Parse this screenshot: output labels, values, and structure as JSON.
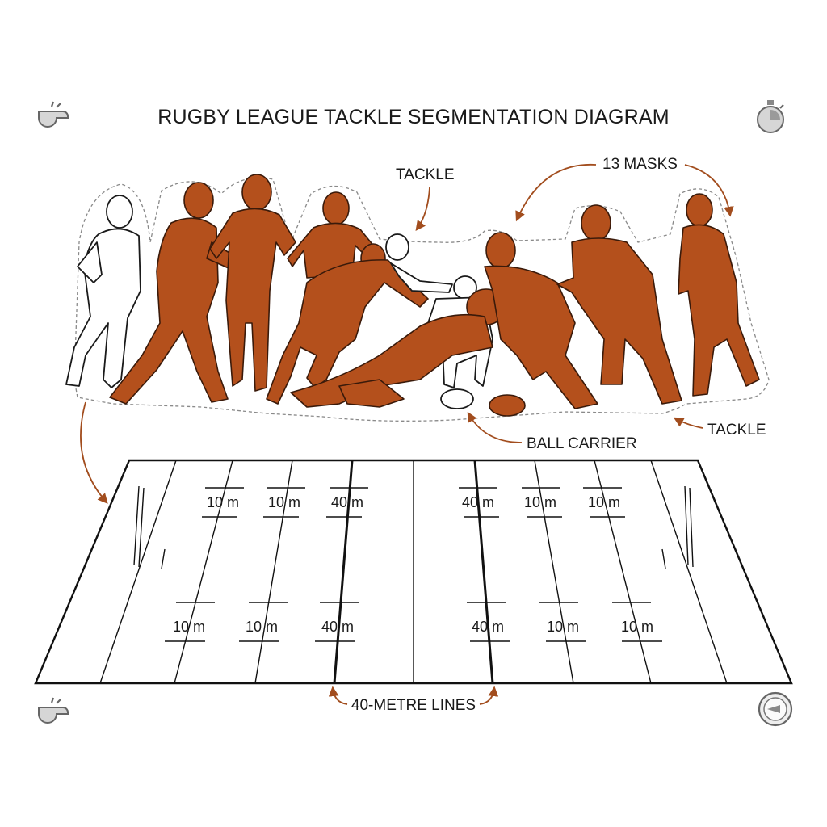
{
  "title": "RUGBY LEAGUE TACKLE SEGMENTATION DIAGRAM",
  "callouts": {
    "tackle_top": "TACKLE",
    "masks": "13 MASKS",
    "tackle_right": "TACKLE",
    "ball_carrier": "BALL CARRIER",
    "forty_metre_lines": "40-METRE LINES"
  },
  "field": {
    "upper_row": [
      "10 m",
      "10 m",
      "40 m",
      "40 m",
      "10 m",
      "10 m"
    ],
    "lower_row": [
      "10 m",
      "10 m",
      "40 m",
      "40 m",
      "10 m",
      "10 m"
    ]
  },
  "colors": {
    "mask": "#b4501c",
    "arrow": "#a24d1e",
    "halo": "#8a8a8a",
    "ink": "#111111"
  },
  "icons": [
    "whistle-icon",
    "stopwatch-icon",
    "whistle-icon",
    "compass-icon"
  ]
}
